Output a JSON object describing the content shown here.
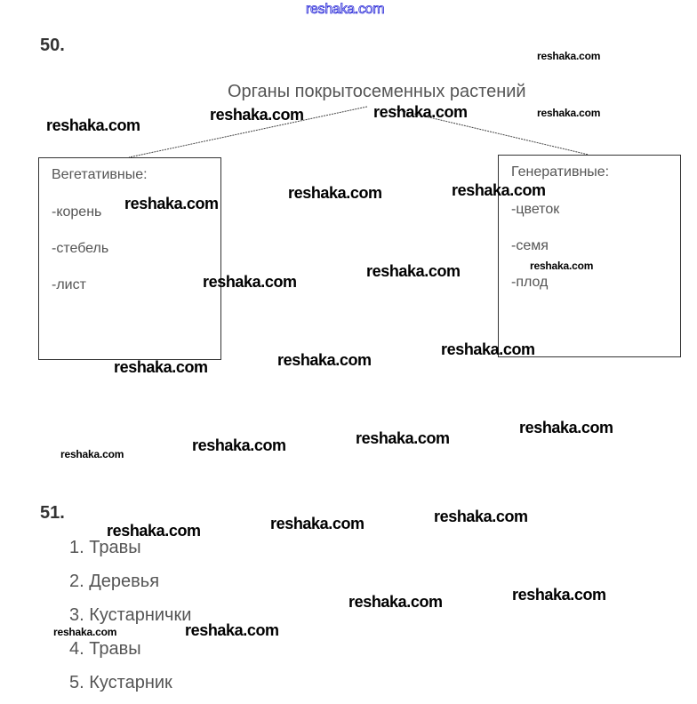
{
  "watermark": "reshaka.com",
  "task50": {
    "number": "50.",
    "title": "Органы покрытосеменных растений",
    "left": {
      "heading": "Вегетативные:",
      "items": [
        "-корень",
        "-стебель",
        "-лист"
      ]
    },
    "right": {
      "heading": "Генеративные:",
      "items": [
        "-цветок",
        "-семя",
        "-плод"
      ]
    }
  },
  "task51": {
    "number": "51.",
    "items": [
      "1. Травы",
      "2. Деревья",
      "3. Кустарнички",
      "4. Травы",
      "5. Кустарник"
    ]
  }
}
